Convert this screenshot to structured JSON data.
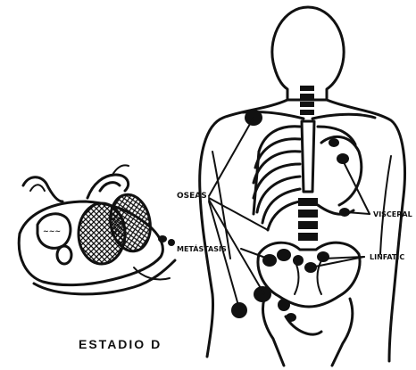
{
  "labels": {
    "oseas": "OSEAS",
    "viscerales": "VISCERAL",
    "linfaticas": "LINFATIC",
    "metastasis": "METÁSTASIS"
  },
  "caption": "ESTADIO D",
  "colors": {
    "ink": "#111111",
    "paper": "#ffffff"
  }
}
